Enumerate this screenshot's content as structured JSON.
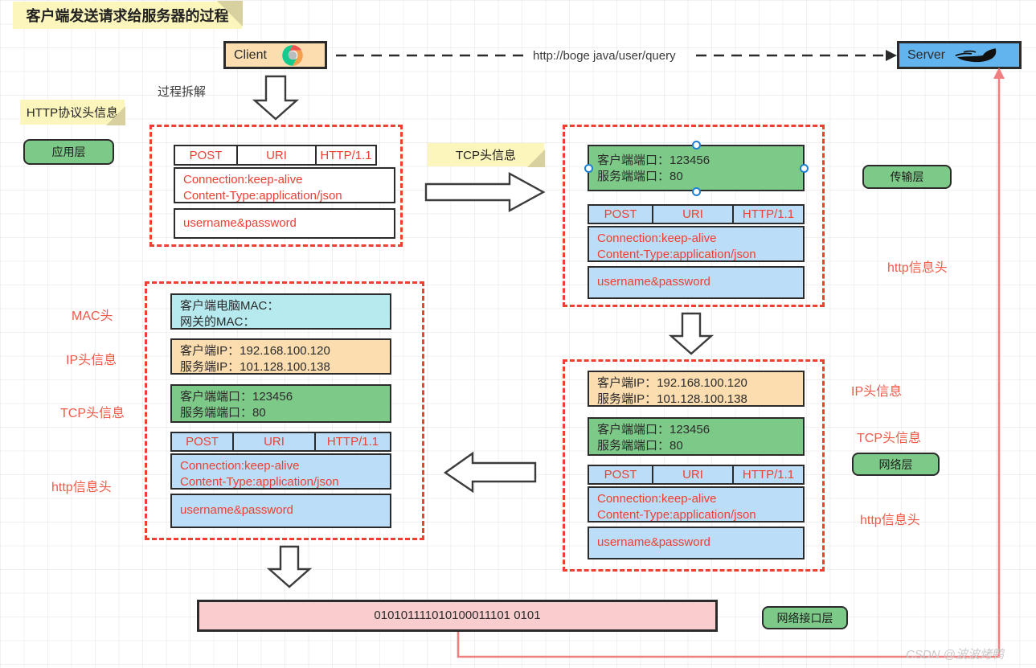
{
  "title_note": "客户端发送请求给服务器的过程",
  "notes": {
    "http_header_note": "HTTP协议头信息",
    "tcp_header_note": "TCP头信息"
  },
  "endpoints": {
    "client": "Client",
    "server": "Server",
    "client_icon": "chrome-logo-icon",
    "server_icon": "docker-whale-icon"
  },
  "connection": {
    "url": "http://boge java/user/query"
  },
  "captions": {
    "process_breakdown": "过程拆解"
  },
  "layers": {
    "application": "应用层",
    "transport": "传输层",
    "network": "网络层",
    "network_interface": "网络接口层"
  },
  "left_labels": {
    "mac": "MAC头",
    "ip": "IP头信息",
    "tcp": "TCP头信息",
    "http": "http信息头"
  },
  "right_labels": {
    "http_top": "http信息头",
    "ip": "IP头信息",
    "tcp": "TCP头信息",
    "http_bottom": "http信息头"
  },
  "http_packet": {
    "start_line": {
      "method": "POST",
      "uri": "URI",
      "version": "HTTP/1.1"
    },
    "headers_line1": "Connection:keep-alive",
    "headers_line2": "Content-Type:application/json",
    "body": "username&password"
  },
  "tcp_header": {
    "line1": "客户端端口：123456",
    "line2": "服务端端口：80"
  },
  "ip_header": {
    "line1": "客户端IP：192.168.100.120",
    "line2": "服务端IP：101.128.100.138"
  },
  "mac_header": {
    "line1": "客户端电脑MAC：",
    "line2": "网关的MAC："
  },
  "bitstream": "010101111010100011101 0101",
  "watermark": "CSDN @波波烤鸭",
  "colors": {
    "accent_red": "#ee3f32",
    "label_red": "#ee5a47",
    "green": "#7dc988",
    "blue": "#bcddf7",
    "orange": "#fbddb0",
    "cyan": "#b6eaef",
    "pink": "#f9cdcd",
    "sticky_yellow": "#fcf6bd",
    "server_blue": "#62b4ef",
    "outline": "#2b2b2b"
  }
}
